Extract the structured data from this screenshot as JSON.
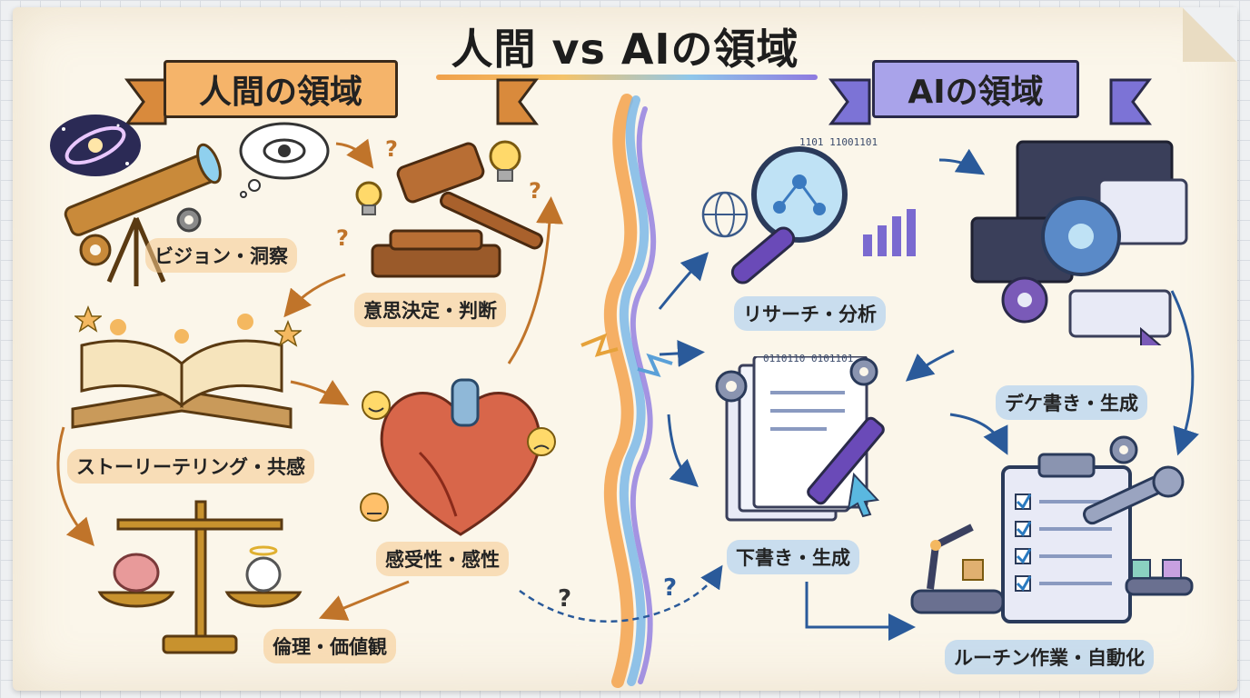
{
  "title": "人間 vs AIの領域",
  "human": {
    "banner": "人間の領域",
    "items": [
      {
        "label": "ビジョン・洞察"
      },
      {
        "label": "意思決定・判断"
      },
      {
        "label": "ストーリーテリング・共感"
      },
      {
        "label": "感受性・感性"
      },
      {
        "label": "倫理・価値観"
      }
    ]
  },
  "ai": {
    "banner": "AIの領域",
    "items": [
      {
        "label": "リサーチ・分析"
      },
      {
        "label": "デケ書き・生成"
      },
      {
        "label": "下書き・生成"
      },
      {
        "label": "ルーチン作業・自動化"
      }
    ],
    "binary_1": "1101 11001101",
    "binary_2": "0110110 0101101"
  },
  "question_mark": "?",
  "colors": {
    "human_accent": "#f0a04a",
    "ai_accent": "#8e7ae0",
    "paper": "#fbf6ea"
  }
}
